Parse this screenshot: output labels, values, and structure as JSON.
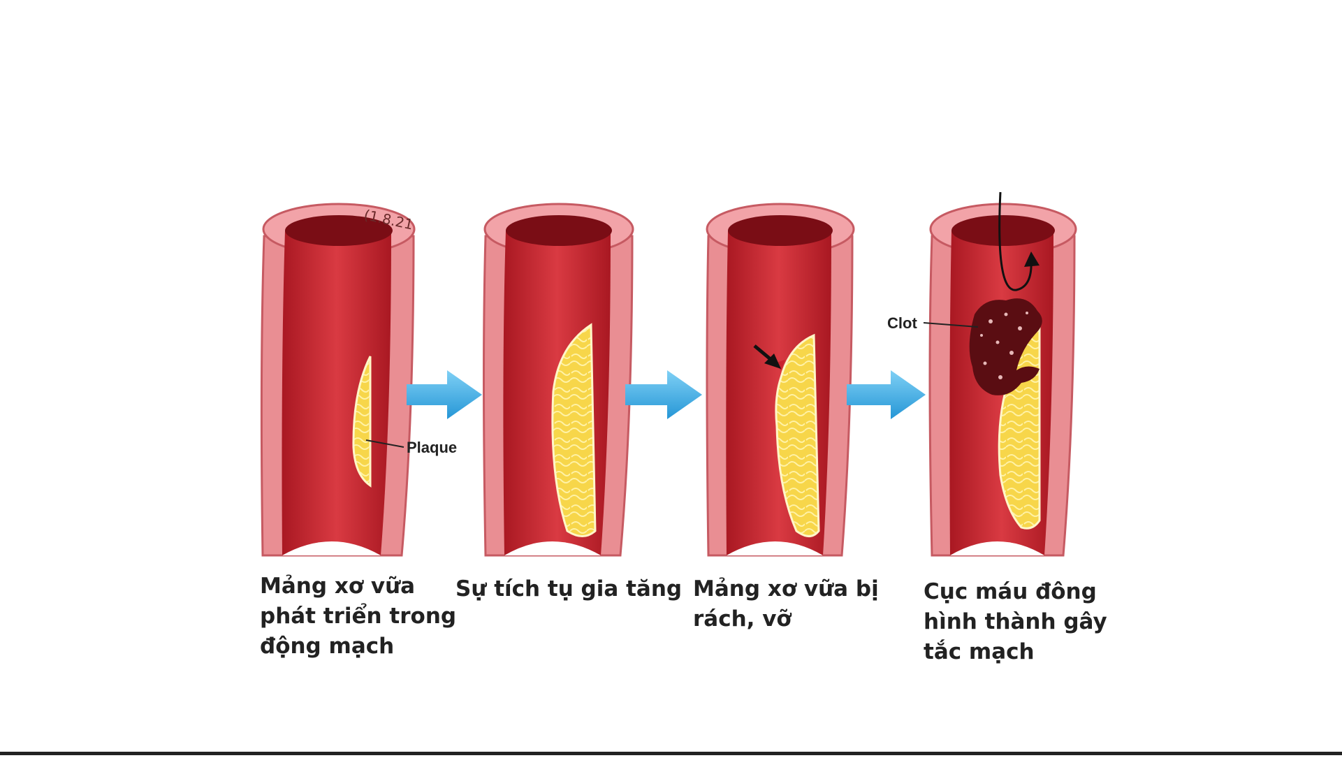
{
  "stages": [
    {
      "caption": [
        "Mảng xơ vữa",
        "phát triển trong",
        "động mạch"
      ]
    },
    {
      "caption": [
        "Sự tích tụ gia tăng"
      ]
    },
    {
      "caption": [
        "Mảng xơ vữa bị",
        "rách, vỡ"
      ]
    },
    {
      "caption": [
        "Cục máu đông",
        "hình thành gây",
        "tắc mạch"
      ]
    }
  ],
  "callouts": {
    "plaque": "Plaque",
    "clot": "Clot"
  },
  "signature_text": "(1.8.21",
  "colors": {
    "vessel_wall": "#e98e93",
    "vessel_wall_edge": "#c65a62",
    "lumen": "#c8232e",
    "lumen_dark": "#a91822",
    "plaque": "#f7d64a",
    "plaque_edge": "#fff6c8",
    "clot": "#5a0d12",
    "arrow": "#3aaee8"
  },
  "icons": {
    "progress_arrow": "right-arrow-icon",
    "tear_arrow": "black-arrow-icon",
    "flow_arrow": "curved-arrow-icon"
  }
}
